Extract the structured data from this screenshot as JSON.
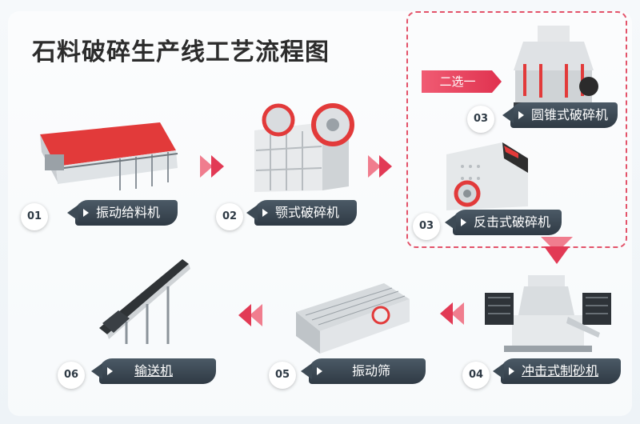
{
  "title": "石料破碎生产线工艺流程图",
  "option_tag": "二选一",
  "steps": [
    {
      "number": "01",
      "label": "振动给料机"
    },
    {
      "number": "02",
      "label": "颚式破碎机"
    },
    {
      "number": "03",
      "label": "圆锥式破碎机"
    },
    {
      "number": "03",
      "label": "反击式破碎机"
    },
    {
      "number": "04",
      "label": "冲击式制砂机"
    },
    {
      "number": "05",
      "label": "振动筛"
    },
    {
      "number": "06",
      "label": "输送机"
    }
  ],
  "colors": {
    "accent": "#e8405a",
    "label_bg": "#3a4651",
    "title": "#2c2c2c"
  },
  "icons": [
    "play-arrow-icon",
    "double-chevron-right-icon",
    "double-chevron-left-icon",
    "down-arrow-icon"
  ]
}
